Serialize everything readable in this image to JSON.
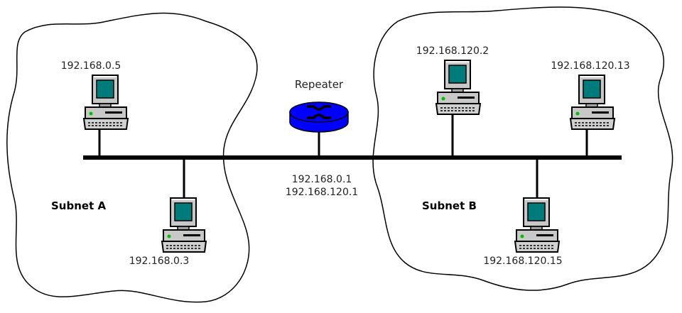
{
  "router": {
    "label": "Repeater",
    "ip_a": "192.168.0.1",
    "ip_b": "192.168.120.1",
    "color": "#0000ff"
  },
  "subnets": [
    {
      "label": "Subnet A"
    },
    {
      "label": "Subnet B"
    }
  ],
  "hosts": [
    {
      "ip": "192.168.0.5"
    },
    {
      "ip": "192.168.0.3"
    },
    {
      "ip": "192.168.120.2"
    },
    {
      "ip": "192.168.120.13"
    },
    {
      "ip": "192.168.120.15"
    }
  ]
}
